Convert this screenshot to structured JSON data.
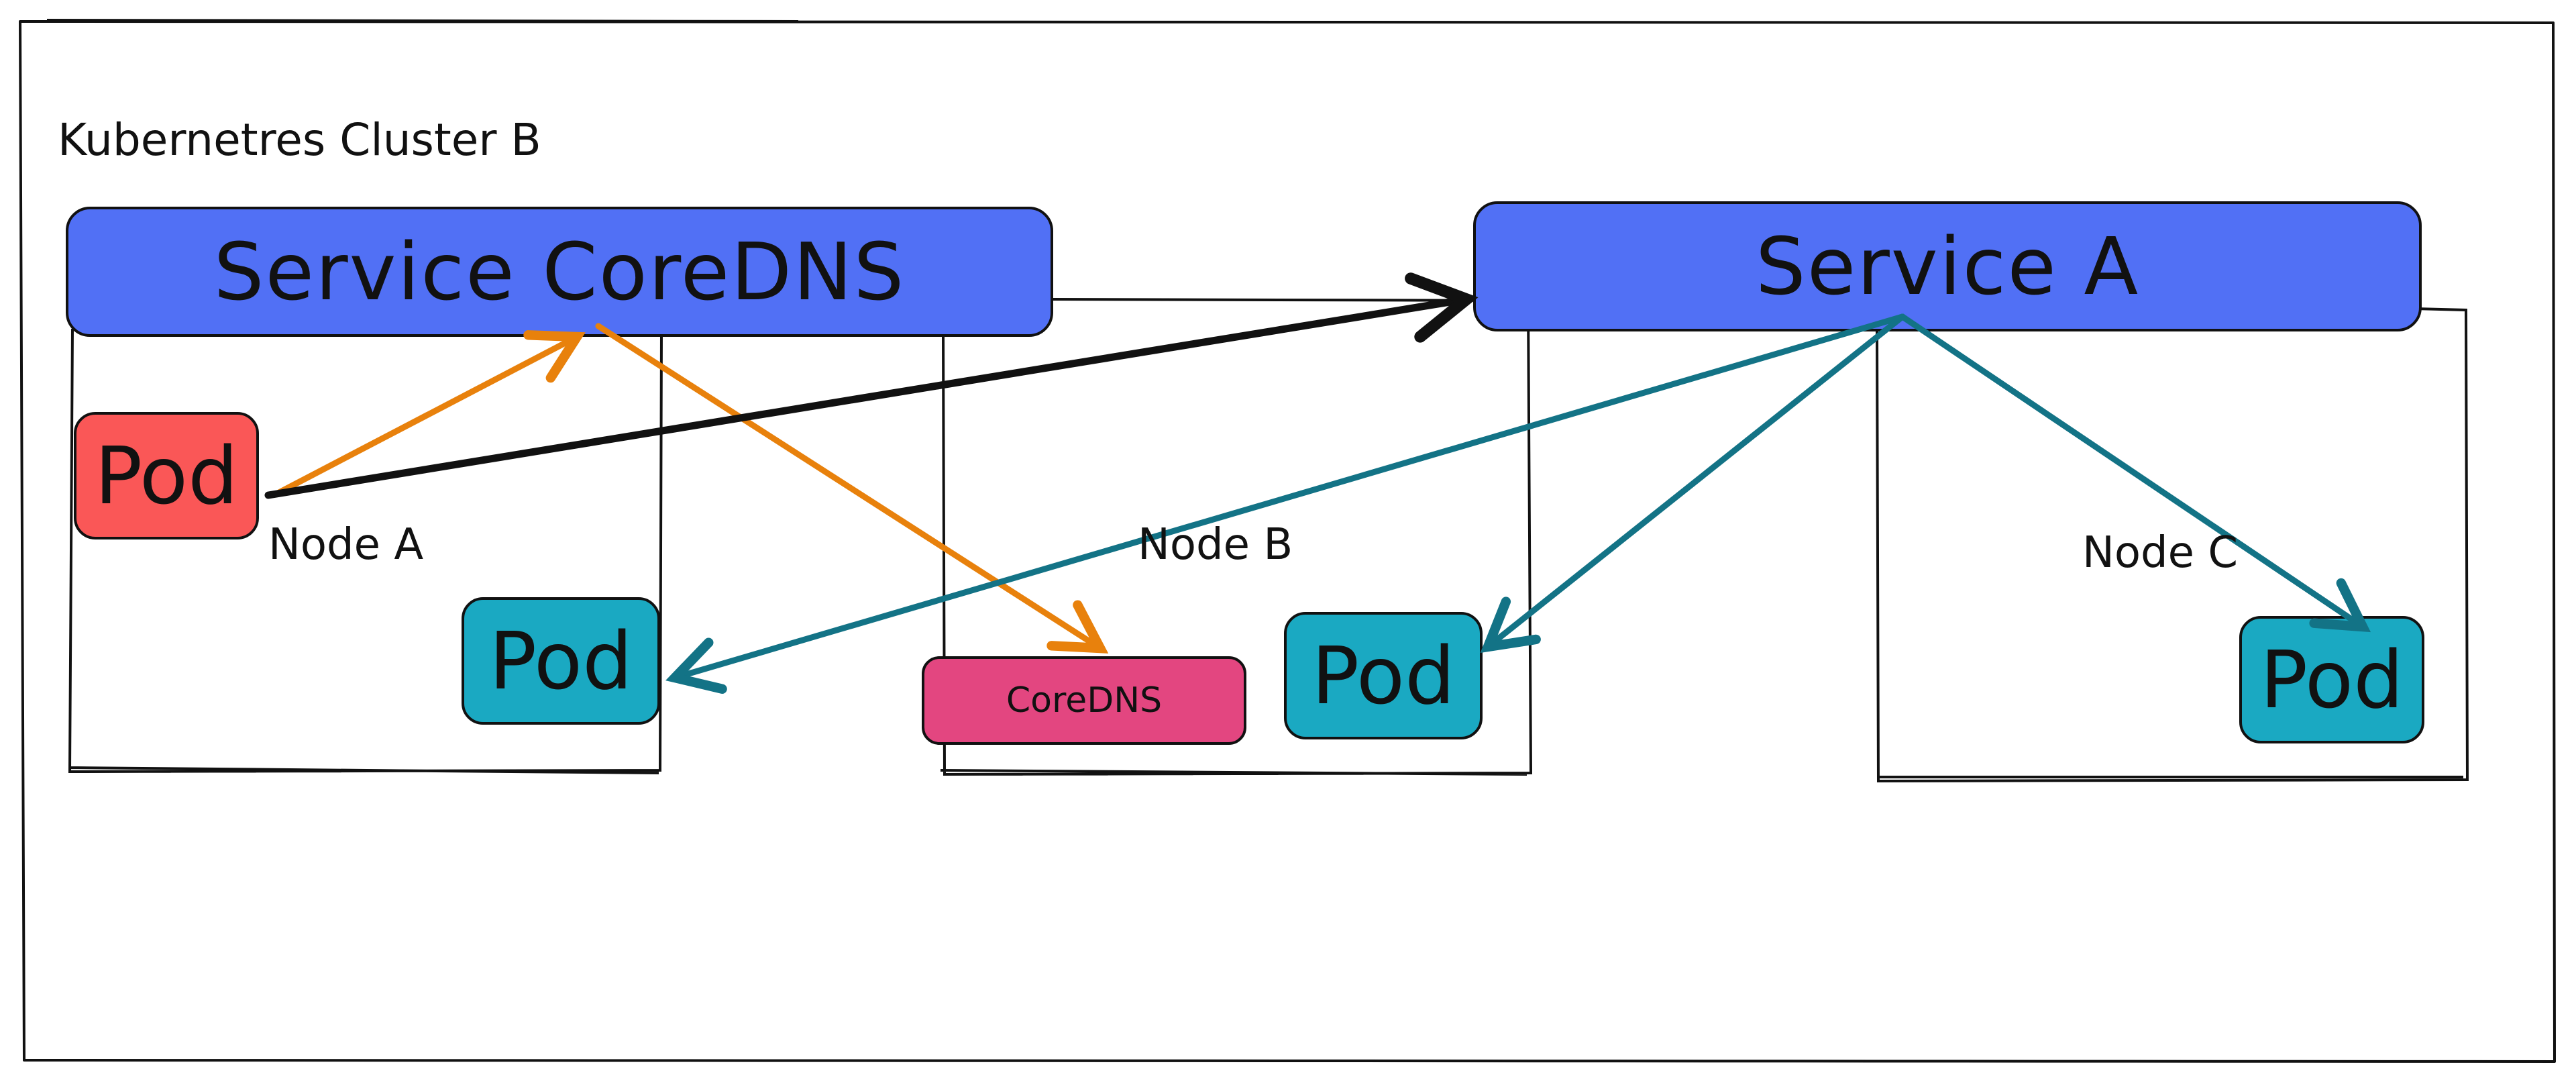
{
  "cluster": {
    "title": "Kubernetres Cluster B"
  },
  "services": {
    "coredns": {
      "label": "Service CoreDNS",
      "color": "#5170f5"
    },
    "a": {
      "label": "Service A",
      "color": "#5170f5"
    }
  },
  "nodes": {
    "a": {
      "label": "Node A"
    },
    "b": {
      "label": "Node B"
    },
    "c": {
      "label": "Node C"
    }
  },
  "pods": {
    "client": {
      "label": "Pod",
      "color": "#fa5757"
    },
    "node_a": {
      "label": "Pod",
      "color": "#1aa9c2"
    },
    "node_b": {
      "label": "Pod",
      "color": "#1aa9c2"
    },
    "node_c": {
      "label": "Pod",
      "color": "#1aa9c2"
    }
  },
  "coredns_pod": {
    "label": "CoreDNS",
    "color": "#e34680"
  },
  "arrow_colors": {
    "dns": "#e8810c",
    "request": "#111111",
    "routing": "#137386"
  }
}
